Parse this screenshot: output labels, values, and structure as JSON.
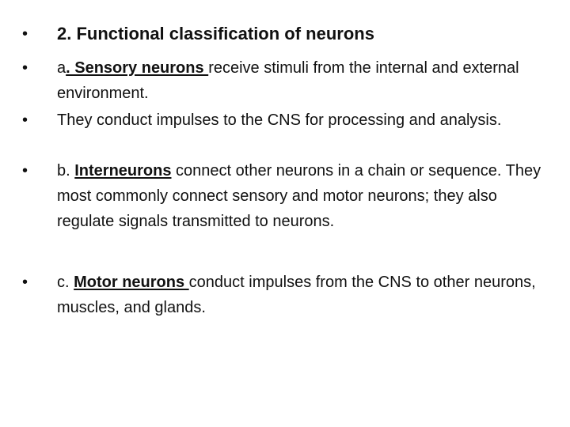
{
  "bullet_glyph": "•",
  "heading": "2. Functional classification of neurons",
  "items": [
    {
      "prefix": "a",
      "term": ". Sensory neurons ",
      "rest": "receive stimuli from the internal and external environment."
    },
    {
      "text": "They conduct impulses to the CNS for processing and analysis."
    },
    {
      "prefix": "b. ",
      "term": "Interneurons",
      "rest": " connect other neurons in a chain or sequence. They most commonly connect sensory and motor neurons; they also regulate signals transmitted to neurons."
    },
    {
      "prefix": "c. ",
      "term": "Motor neurons ",
      "rest": "conduct impulses from the CNS to other neurons, muscles, and glands."
    }
  ]
}
